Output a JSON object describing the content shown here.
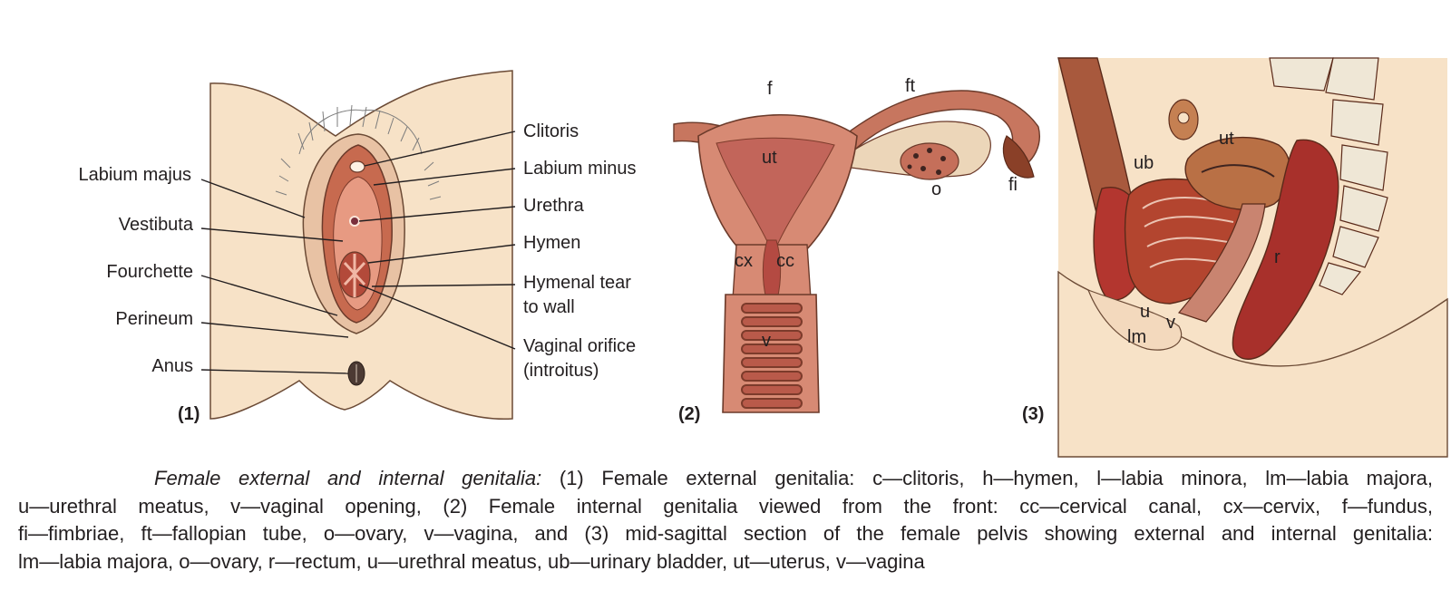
{
  "panel1": {
    "labels_left": [
      "Labium majus",
      "Vestibuta",
      "Fourchette",
      "Perineum",
      "Anus"
    ],
    "labels_right": [
      "Clitoris",
      "Labium minus",
      "Urethra",
      "Hymen",
      "Hymenal tear",
      "to wall",
      "Vaginal orifice",
      "(introitus)"
    ],
    "tag": "(1)"
  },
  "panel2": {
    "labels": {
      "f": "f",
      "ft": "ft",
      "ut": "ut",
      "o": "o",
      "fi": "fi",
      "cx": "cx",
      "cc": "cc",
      "v": "v"
    },
    "tag": "(2)"
  },
  "panel3": {
    "labels": {
      "ub": "ub",
      "ut": "ut",
      "r": "r",
      "u": "u",
      "v": "v",
      "lm": "lm"
    },
    "tag": "(3)"
  },
  "caption": {
    "title": "Female external and internal genitalia:",
    "line1_rest": " (1) Female external genitalia: c—clitoris, h—hymen, l—labia minora, lm—labia majora,",
    "line2": "u—urethral meatus, v—vaginal opening, (2) Female internal genitalia viewed from the front: cc—cervical canal, cx—cervix, f—fundus,",
    "line3": "fi—fimbriae, ft—fallopian tube, o—ovary, v—vagina, and (3) mid-sagittal section of the female pelvis showing external and internal genitalia:",
    "line4": "lm—labia majora, o—ovary, r—rectum, u—urethral meatus, ub—urinary bladder, ut—uterus, v—vagina"
  }
}
